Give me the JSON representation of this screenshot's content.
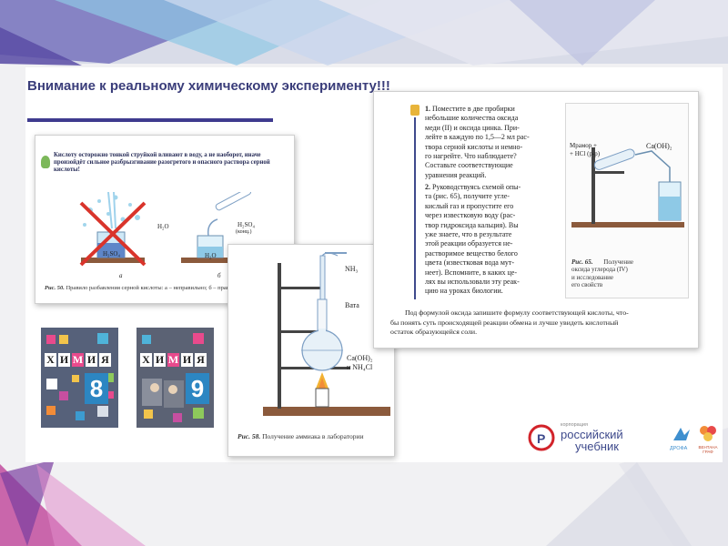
{
  "slide": {
    "title": "Внимание к реальному химическому эксперименту!!!"
  },
  "card_acid": {
    "instruction": "Кислоту осторожно тонкой струйкой вливают в воду, а не наоборот, иначе произойдёт сильное разбрызгивание разогретого и опасного раствора серной кислоты!",
    "label_h2o_left": "H₂O",
    "label_h2so4_left": "H₂SO₄",
    "label_h2so4_right": "H₂SO₄",
    "label_h2so4_right_sub": "(конц.)",
    "label_h2o_right": "H₂O",
    "sub_a": "а",
    "sub_b": "б",
    "caption_num": "Рис. 50.",
    "caption_text": "Правило разбавления серной кислоты: а – неправильно; б – правильно"
  },
  "books": [
    {
      "letters": [
        "Х",
        "И",
        "М",
        "И",
        "Я"
      ],
      "number": "8"
    },
    {
      "letters": [
        "Х",
        "И",
        "М",
        "И",
        "Я"
      ],
      "number": "9"
    }
  ],
  "card_ammonia": {
    "label_nh3": "NH₃",
    "label_vata": "Вата",
    "label_reagents_1": "Ca(OH)₂",
    "label_reagents_2": "и NH₄Cl",
    "caption_num": "Рис. 58.",
    "caption_text": "Получение аммиака в лаборатории"
  },
  "card_tasks": {
    "task1_num": "1.",
    "task1_lines": [
      "Поместите в две пробирки",
      "небольшие количества оксида",
      "меди (II) и оксида цинка. При-",
      "лейте в каждую по 1,5—2 мл рас-",
      "твора серной кислоты и немно-",
      "го нагрейте. Что наблюдаете?",
      "Составьте соответствующие",
      "уравнения реакций."
    ],
    "task2_num": "2.",
    "task2_lines": [
      "Руководствуясь схемой опы-",
      "та (рис. 65), получите угле-",
      "кислый газ и пропустите его",
      "через известковую воду (рас-",
      "твор гидроксида кальция). Вы",
      "уже знаете, что в результате",
      "этой реакции образуется не-",
      "растворимое вещество белого",
      "цвета (известковая вода мут-",
      "неет). Вспомните, в каких це-",
      "лях вы использовали эту реак-",
      "цию на уроках биологии."
    ],
    "bottom_lines": [
      "Под формулой оксида запишите формулу соответствующей кислоты, что-",
      "бы понять суть происходящей реакции обмена и лучше увидеть кислотный",
      "остаток образующейся соли."
    ],
    "fig_label_marble_1": "Мрамор +",
    "fig_label_marble_2": "+ HCl (р-р)",
    "fig_label_caoh": "Ca(OH)₂",
    "caption_num": "Рис. 65.",
    "caption_lines": [
      "Получение",
      "оксида углерода (IV)",
      "и исследование",
      "его свойств"
    ]
  },
  "logos": {
    "corp_small": "корпорация",
    "corp_name_1": "российский",
    "corp_name_2": "учебник",
    "drofa": "ДРОФА",
    "ventana": "ВЕНТАНА ГРАФ"
  },
  "colors": {
    "title": "#3a3d7a",
    "accent_bar": "#3f3b8f",
    "corp_red": "#d2232a",
    "corp_blue": "#3e4a8c"
  }
}
